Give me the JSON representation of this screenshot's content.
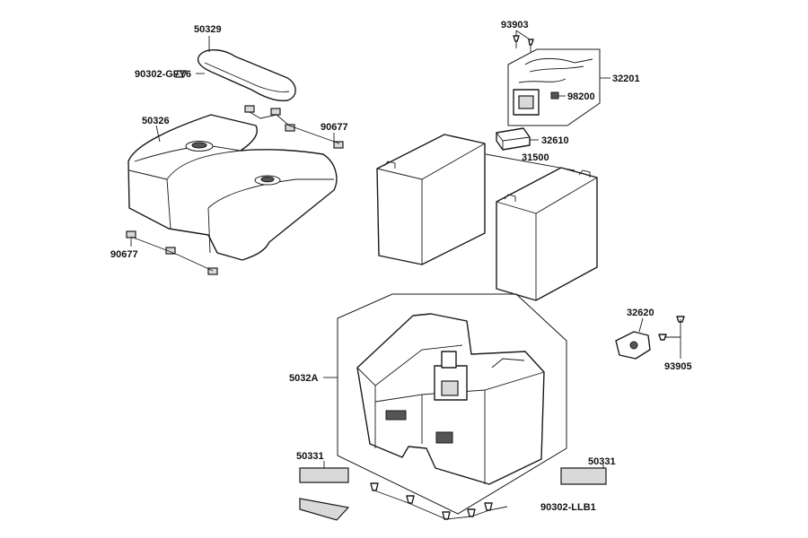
{
  "labels": {
    "p50329": "50329",
    "p90302_gfy6": "90302-GFY6",
    "p50326": "50326",
    "p90677_top": "90677",
    "p90677_bottom": "90677",
    "p93903": "93903",
    "p32201": "32201",
    "p98200": "98200",
    "p32610": "32610",
    "p31500": "31500",
    "p32620": "32620",
    "p93905": "93905",
    "p5032a": "5032A",
    "p50331_left": "50331",
    "p50331_right": "50331",
    "p90302_llb1": "90302-LLB1"
  }
}
